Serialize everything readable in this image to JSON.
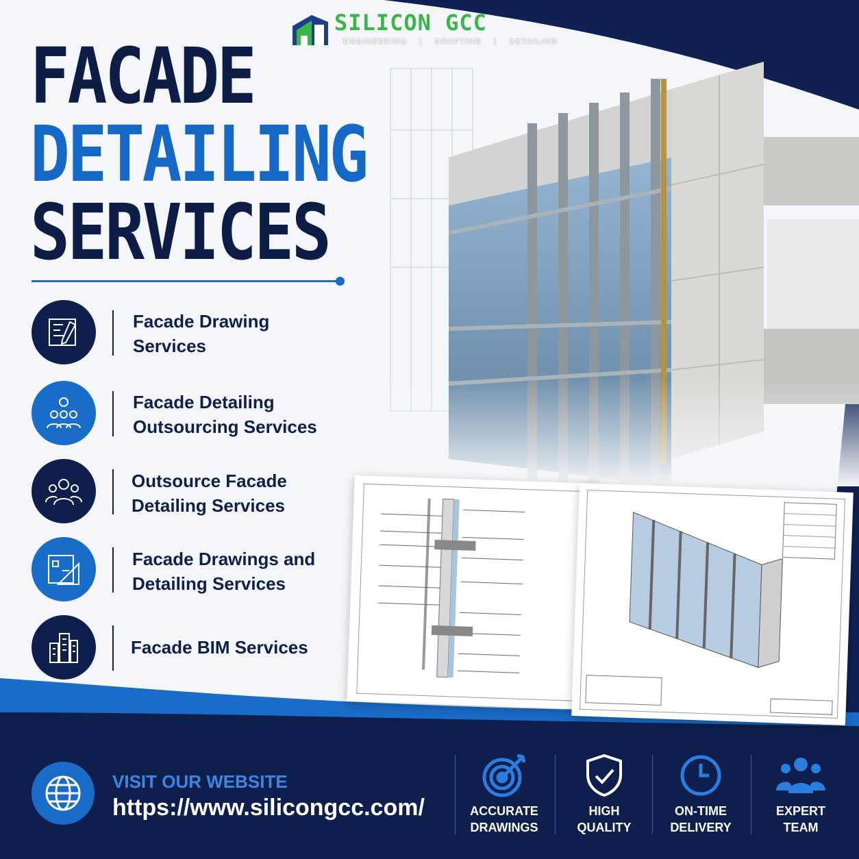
{
  "brand": {
    "name": "SILICON GCC",
    "tagline": [
      "ENGINEERING",
      "|",
      "DRAFTING",
      "|",
      "DETAILING"
    ]
  },
  "headline": {
    "line1": "FACADE",
    "line2": "DETAILING",
    "line3": "SERVICES"
  },
  "services": [
    {
      "line1": "Facade Drawing",
      "line2": "Services",
      "icon": "blueprint-pencil-icon"
    },
    {
      "line1": "Facade Detailing",
      "line2": "Outsourcing Services",
      "icon": "team-gear-icon"
    },
    {
      "line1": "Outsource Facade",
      "line2": "Detailing Services",
      "icon": "team-icon"
    },
    {
      "line1": "Facade Drawings and",
      "line2": "Detailing Services",
      "icon": "blueprint-ruler-icon"
    },
    {
      "line1": "Facade BIM Services",
      "line2": "",
      "icon": "buildings-icon"
    }
  ],
  "footer": {
    "visit_label": "VISIT OUR WEBSITE",
    "url": "https://www.silicongcc.com/",
    "features": [
      {
        "line1": "ACCURATE",
        "line2": "DRAWINGS",
        "icon": "target-icon"
      },
      {
        "line1": "HIGH",
        "line2": "QUALITY",
        "icon": "shield-check-icon"
      },
      {
        "line1": "ON-TIME",
        "line2": "DELIVERY",
        "icon": "clock-icon"
      },
      {
        "line1": "EXPERT",
        "line2": "TEAM",
        "icon": "team-icon"
      }
    ]
  },
  "colors": {
    "navy": "#0e1f4d",
    "blue": "#1a6cc9",
    "brand_green": "#3bb54a"
  }
}
